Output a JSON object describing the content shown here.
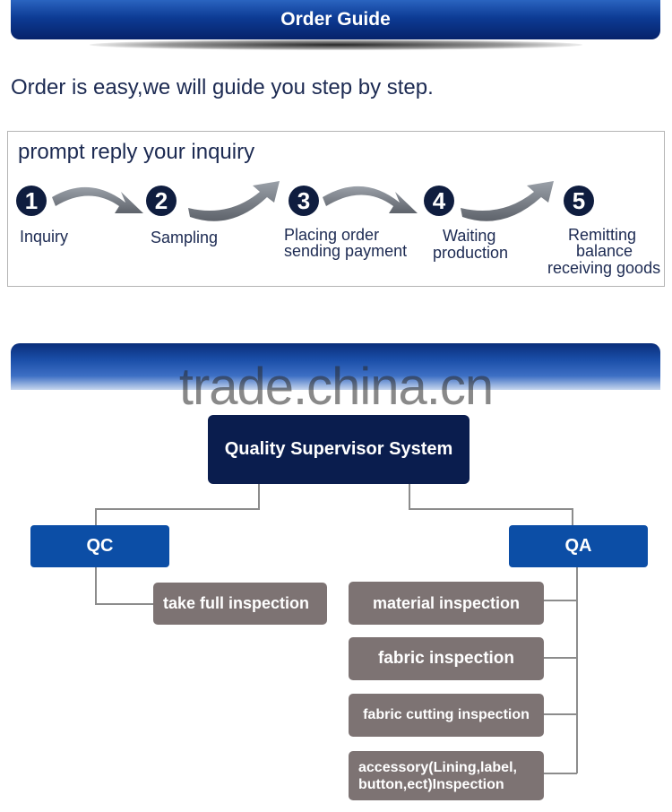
{
  "header": {
    "title": "Order Guide"
  },
  "intro": {
    "text": "Order is easy,we will guide you step by step."
  },
  "process": {
    "title": "prompt reply your inquiry",
    "steps": [
      {
        "number": "1",
        "lines": [
          "Inquiry"
        ]
      },
      {
        "number": "2",
        "lines": [
          "Sampling"
        ]
      },
      {
        "number": "3",
        "lines": [
          "Placing order",
          "sending payment"
        ]
      },
      {
        "number": "4",
        "lines": [
          "Waiting",
          "production"
        ]
      },
      {
        "number": "5",
        "lines": [
          "Remitting",
          "balance",
          "receiving goods"
        ]
      }
    ]
  },
  "watermark": {
    "text": "trade.china.cn"
  },
  "qss": {
    "title": "Quality Supervisor System",
    "qc": {
      "label": "QC",
      "items": [
        "take full inspection"
      ]
    },
    "qa": {
      "label": "QA",
      "items": [
        "material inspection",
        "fabric inspection",
        "fabric cutting inspection",
        "accessory(Lining,label, button,ect)Inspection"
      ]
    }
  },
  "colors": {
    "navy": "#0a1d4e",
    "blue": "#0c4ea6",
    "gray": "#7d7373",
    "line": "#8c8c8c"
  }
}
